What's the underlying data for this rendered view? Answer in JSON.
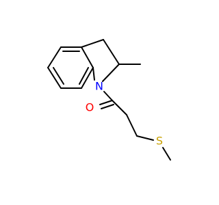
{
  "molecule": {
    "atoms": {
      "nitrogen": {
        "symbol": "N",
        "color": "#0000ff"
      },
      "oxygen": {
        "symbol": "O",
        "color": "#ff0000"
      },
      "sulfur": {
        "symbol": "S",
        "color": "#c8a000"
      }
    },
    "colors": {
      "bond": "#000000",
      "background": "#ffffff"
    }
  }
}
